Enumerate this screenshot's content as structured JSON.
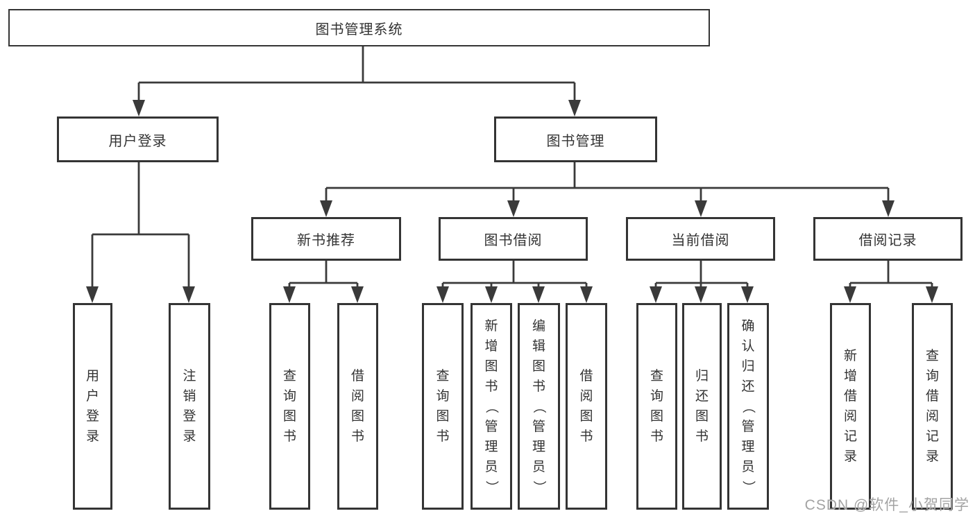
{
  "diagram_title": "图书管理系统",
  "tree": {
    "label": "图书管理系统",
    "children": [
      {
        "label": "用户登录",
        "children": [
          {
            "label": "用户登录"
          },
          {
            "label": "注销登录"
          }
        ]
      },
      {
        "label": "图书管理",
        "children": [
          {
            "label": "新书推荐",
            "children": [
              {
                "label": "查询图书"
              },
              {
                "label": "借阅图书"
              }
            ]
          },
          {
            "label": "图书借阅",
            "children": [
              {
                "label": "查询图书"
              },
              {
                "label": "新增图书（管理员）"
              },
              {
                "label": "编辑图书（管理员）"
              },
              {
                "label": "借阅图书"
              }
            ]
          },
          {
            "label": "当前借阅",
            "children": [
              {
                "label": "查询图书"
              },
              {
                "label": "归还图书"
              },
              {
                "label": "确认归还（管理员）"
              }
            ]
          },
          {
            "label": "借阅记录",
            "children": [
              {
                "label": "新增借阅记录"
              },
              {
                "label": "查询借阅记录"
              }
            ]
          }
        ]
      }
    ]
  },
  "watermark": "CSDN @软件_小贺同学",
  "colors": {
    "line": "#3a3a3a",
    "box_border": "#343434",
    "text": "#333333",
    "watermark": "#a3a3a3",
    "background": "#ffffff"
  }
}
